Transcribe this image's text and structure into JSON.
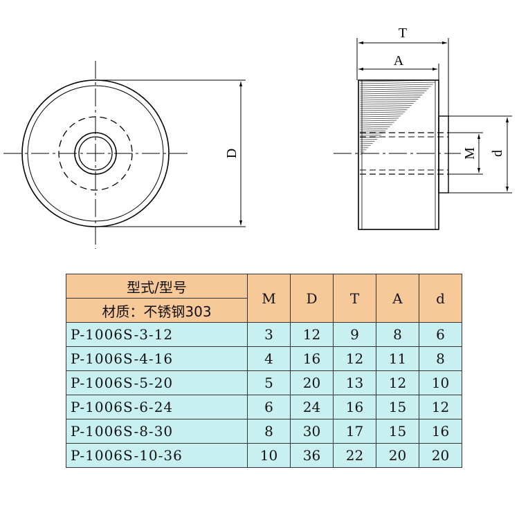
{
  "drawing": {
    "front_view": {
      "dimension_label": "D"
    },
    "side_view": {
      "dimension_labels": {
        "T": "T",
        "A": "A",
        "M": "M",
        "d": "d"
      }
    }
  },
  "table": {
    "header": {
      "model_label": "型式/型号",
      "material_label": "材质：不锈钢303",
      "columns": [
        "M",
        "D",
        "T",
        "A",
        "d"
      ]
    },
    "rows": [
      {
        "model": "P-1006S-3-12",
        "values": [
          "3",
          "12",
          "9",
          "8",
          "6"
        ]
      },
      {
        "model": "P-1006S-4-16",
        "values": [
          "4",
          "16",
          "12",
          "11",
          "8"
        ]
      },
      {
        "model": "P-1006S-5-20",
        "values": [
          "5",
          "20",
          "13",
          "12",
          "10"
        ]
      },
      {
        "model": "P-1006S-6-24",
        "values": [
          "6",
          "24",
          "16",
          "15",
          "12"
        ]
      },
      {
        "model": "P-1006S-8-30",
        "values": [
          "8",
          "30",
          "17",
          "15",
          "16"
        ]
      },
      {
        "model": "P-1006S-10-36",
        "values": [
          "10",
          "36",
          "22",
          "20",
          "20"
        ]
      }
    ]
  }
}
